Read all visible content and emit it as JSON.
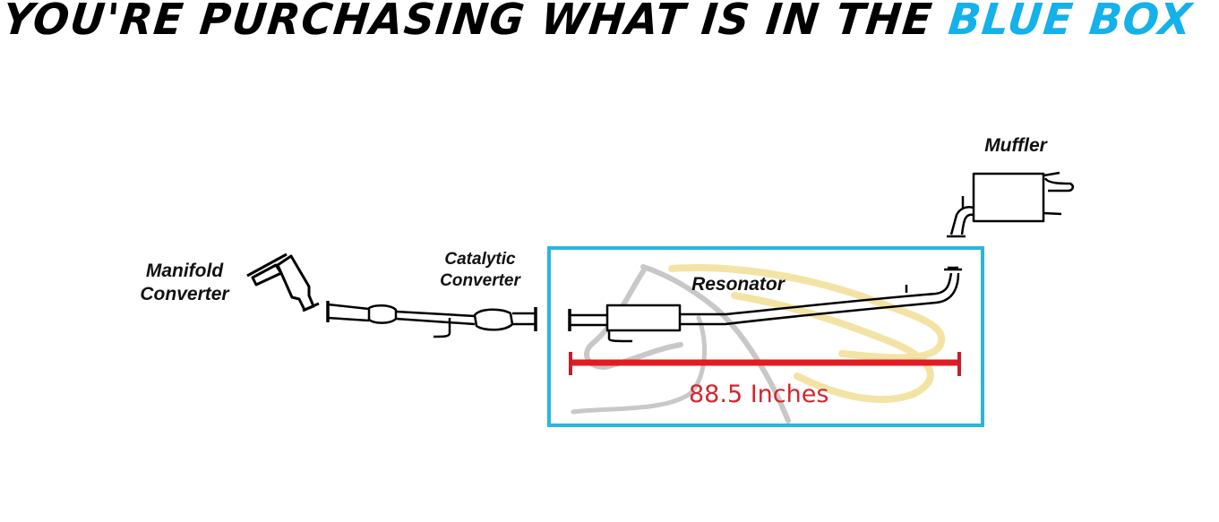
{
  "header": {
    "title_prefix": "YOU'RE PURCHASING WHAT IS IN THE ",
    "title_accent": "BLUE BOX",
    "accent_color": "#14b1ea"
  },
  "diagram": {
    "title": "Exhaust system diagram",
    "parts": [
      {
        "id": "manifold-converter",
        "label_line1": "Manifold",
        "label_line2": "Converter",
        "included": false
      },
      {
        "id": "catalytic-converter",
        "label_line1": "Catalytic",
        "label_line2": "Converter",
        "included": false
      },
      {
        "id": "resonator",
        "label_line1": "Resonator",
        "label_line2": "",
        "included": true
      },
      {
        "id": "muffler",
        "label_line1": "Muffler",
        "label_line2": "",
        "included": false
      }
    ],
    "highlight_box": {
      "color": "#2bb5e0"
    },
    "measurement": {
      "value": "88.5",
      "unit": "Inches",
      "text": "88.5 Inches",
      "color": "#e31b23"
    }
  }
}
